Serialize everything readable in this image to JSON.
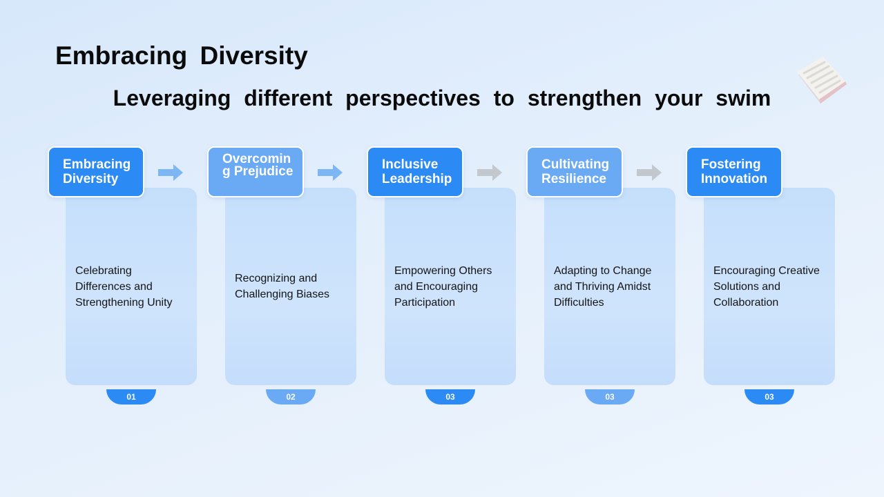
{
  "title": "Embracing Diversity",
  "subtitle": "Leveraging different perspectives to strengthen your swim",
  "colors": {
    "accent_dark": "#2b8af3",
    "accent_light": "#6aa9f4",
    "panel": "#c9e1fb",
    "arrow_blue": "#7db6f5",
    "arrow_gray": "#c3c8cf"
  },
  "decoration_icon": "stacked-paper-icon",
  "cards": [
    {
      "heading": "Embracing Diversity",
      "description_lines": [
        "Celebrating",
        "Differences and",
        "Strengthening Unity"
      ],
      "number": "01",
      "style": "dark",
      "arrow": "blue"
    },
    {
      "heading": "Overcoming Prejudice",
      "description_lines": [
        "Recognizing and",
        "Challenging Biases"
      ],
      "number": "02",
      "style": "light",
      "arrow": "blue"
    },
    {
      "heading": "Inclusive Leadership",
      "description_lines": [
        "Empowering Others",
        "and Encouraging",
        "Participation"
      ],
      "number": "03",
      "style": "dark",
      "arrow": "gray"
    },
    {
      "heading": "Cultivating Resilience",
      "description_lines": [
        "Adapting to Change",
        "and Thriving Amidst",
        "Difficulties"
      ],
      "number": "03",
      "style": "light",
      "arrow": "gray"
    },
    {
      "heading": "Fostering Innovation",
      "description_lines": [
        "Encouraging Creative",
        "Solutions and",
        "Collaboration"
      ],
      "number": "03",
      "style": "dark",
      "arrow": ""
    }
  ]
}
